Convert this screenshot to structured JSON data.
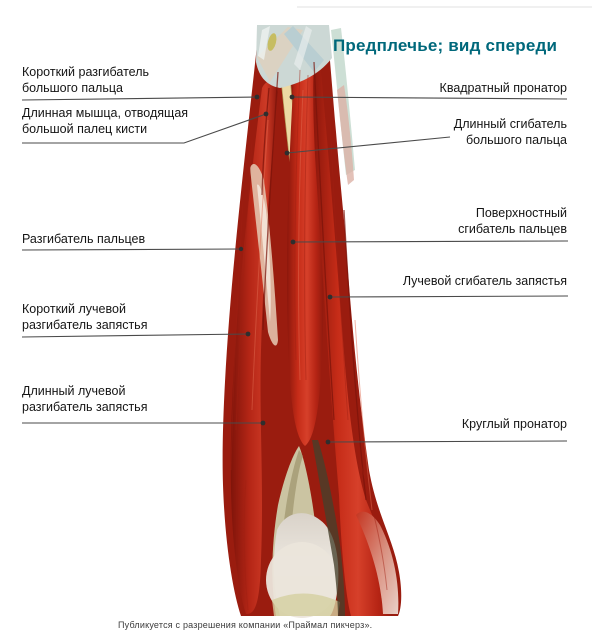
{
  "title": {
    "text": "Предплечье; вид спереди"
  },
  "labels": {
    "left": [
      {
        "text": "Короткий разгибатель\nбольшого пальца"
      },
      {
        "text": "Длинная мышца, отводящая\nбольшой палец кисти"
      },
      {
        "text": "Разгибатель пальцев"
      },
      {
        "text": "Короткий лучевой\nразгибатель запястья"
      },
      {
        "text": "Длинный лучевой\nразгибатель запястья"
      }
    ],
    "right": [
      {
        "text": "Квадратный пронатор"
      },
      {
        "text": "Длинный сгибатель\nбольшого пальца"
      },
      {
        "text": "Поверхностный\nсгибатель пальцев"
      },
      {
        "text": "Лучевой сгибатель запястья"
      },
      {
        "text": "Круглый пронатор"
      }
    ]
  },
  "caption": {
    "text": "Публикуется с разрешения компании «Праймал пикчерз»."
  },
  "colors": {
    "title": "#00687b",
    "label_text": "#151515",
    "leader_line": "#4a4a4a",
    "muscle_red": "#c62c18",
    "muscle_dark": "#8f1a0e",
    "tendon_cream": "#ecd9a4",
    "fascia_blue": "#ccd8d5",
    "bone": "#ece7df",
    "olive_tendon": "#cbc4a2"
  }
}
